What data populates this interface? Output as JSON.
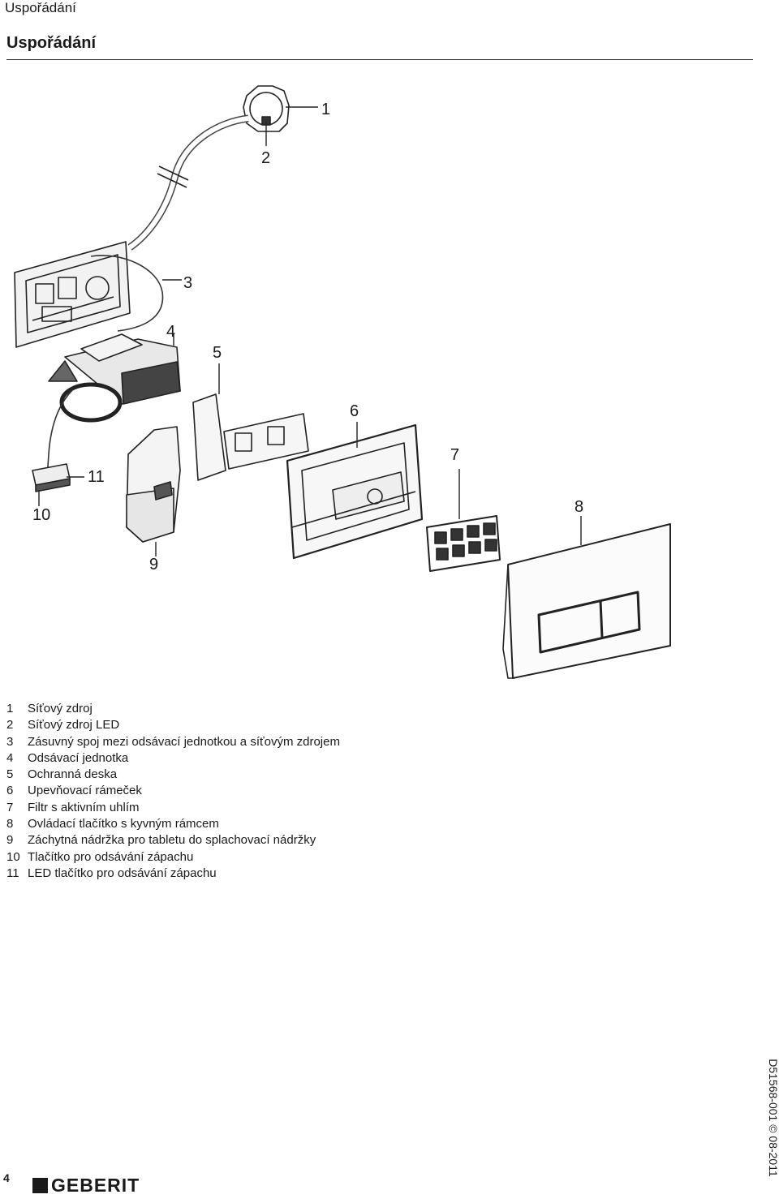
{
  "header": {
    "running_title": "Uspořádání",
    "section_title": "Uspořádání"
  },
  "figure": {
    "callouts": [
      "1",
      "2",
      "3",
      "4",
      "5",
      "6",
      "7",
      "8",
      "9",
      "10",
      "11"
    ]
  },
  "legend": [
    {
      "num": "1",
      "text": "Síťový zdroj"
    },
    {
      "num": "2",
      "text": "Síťový zdroj LED"
    },
    {
      "num": "3",
      "text": "Zásuvný spoj mezi odsávací jednotkou a síťovým zdrojem"
    },
    {
      "num": "4",
      "text": "Odsávací jednotka"
    },
    {
      "num": "5",
      "text": "Ochranná deska"
    },
    {
      "num": "6",
      "text": "Upevňovací rámeček"
    },
    {
      "num": "7",
      "text": "Filtr s aktivním uhlím"
    },
    {
      "num": "8",
      "text": "Ovládací tlačítko s kyvným rámcem"
    },
    {
      "num": "9",
      "text": "Záchytná nádržka pro tabletu do splachovací nádržky"
    },
    {
      "num": "10",
      "text": "Tlačítko pro odsávání zápachu"
    },
    {
      "num": "11",
      "text": "LED tlačítko pro odsávání zápachu"
    }
  ],
  "footer": {
    "page_number": "4",
    "logo_text": "GEBERIT",
    "doc_code": "D51568-001 © 08-2011"
  }
}
